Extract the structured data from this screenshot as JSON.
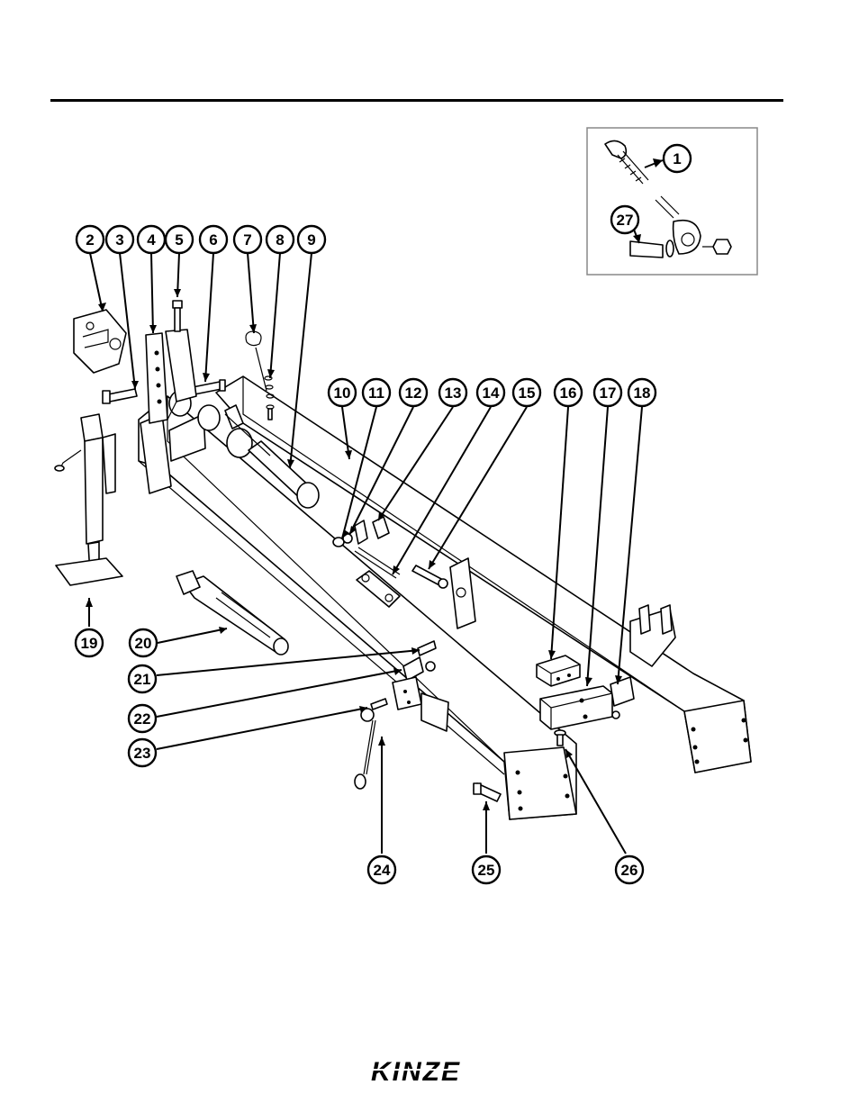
{
  "diagram": {
    "callouts": [
      {
        "label": "1"
      },
      {
        "label": "2"
      },
      {
        "label": "3"
      },
      {
        "label": "4"
      },
      {
        "label": "5"
      },
      {
        "label": "6"
      },
      {
        "label": "7"
      },
      {
        "label": "8"
      },
      {
        "label": "9"
      },
      {
        "label": "10"
      },
      {
        "label": "11"
      },
      {
        "label": "12"
      },
      {
        "label": "13"
      },
      {
        "label": "14"
      },
      {
        "label": "15"
      },
      {
        "label": "16"
      },
      {
        "label": "17"
      },
      {
        "label": "18"
      },
      {
        "label": "19"
      },
      {
        "label": "20"
      },
      {
        "label": "21"
      },
      {
        "label": "22"
      },
      {
        "label": "23"
      },
      {
        "label": "24"
      },
      {
        "label": "25"
      },
      {
        "label": "26"
      },
      {
        "label": "27"
      }
    ]
  },
  "footer": {
    "logo_text": "KINZE"
  },
  "colors": {
    "ink": "#000000",
    "paper": "#ffffff",
    "inset_border": "#888888"
  }
}
